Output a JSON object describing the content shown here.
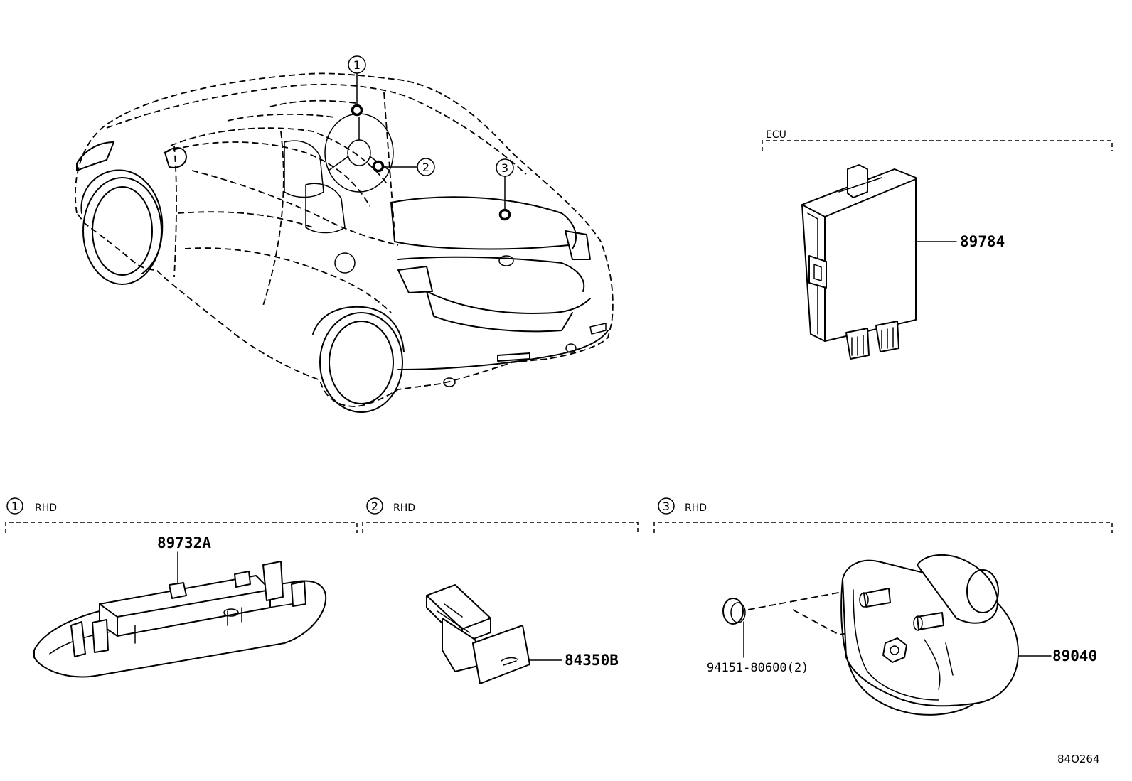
{
  "callouts": {
    "c1": "1",
    "c2": "2",
    "c3": "3"
  },
  "ecu_section": {
    "label": "ECU",
    "part_number": "89784"
  },
  "section_1": {
    "number": "1",
    "label": "RHD",
    "part_number": "89732A"
  },
  "section_2": {
    "number": "2",
    "label": "RHD",
    "part_number": "84350B"
  },
  "section_3": {
    "number": "3",
    "label": "RHD",
    "part_number_main": "89040",
    "part_number_clip": "94151-80600(2)"
  },
  "diagram_id": "84O264"
}
